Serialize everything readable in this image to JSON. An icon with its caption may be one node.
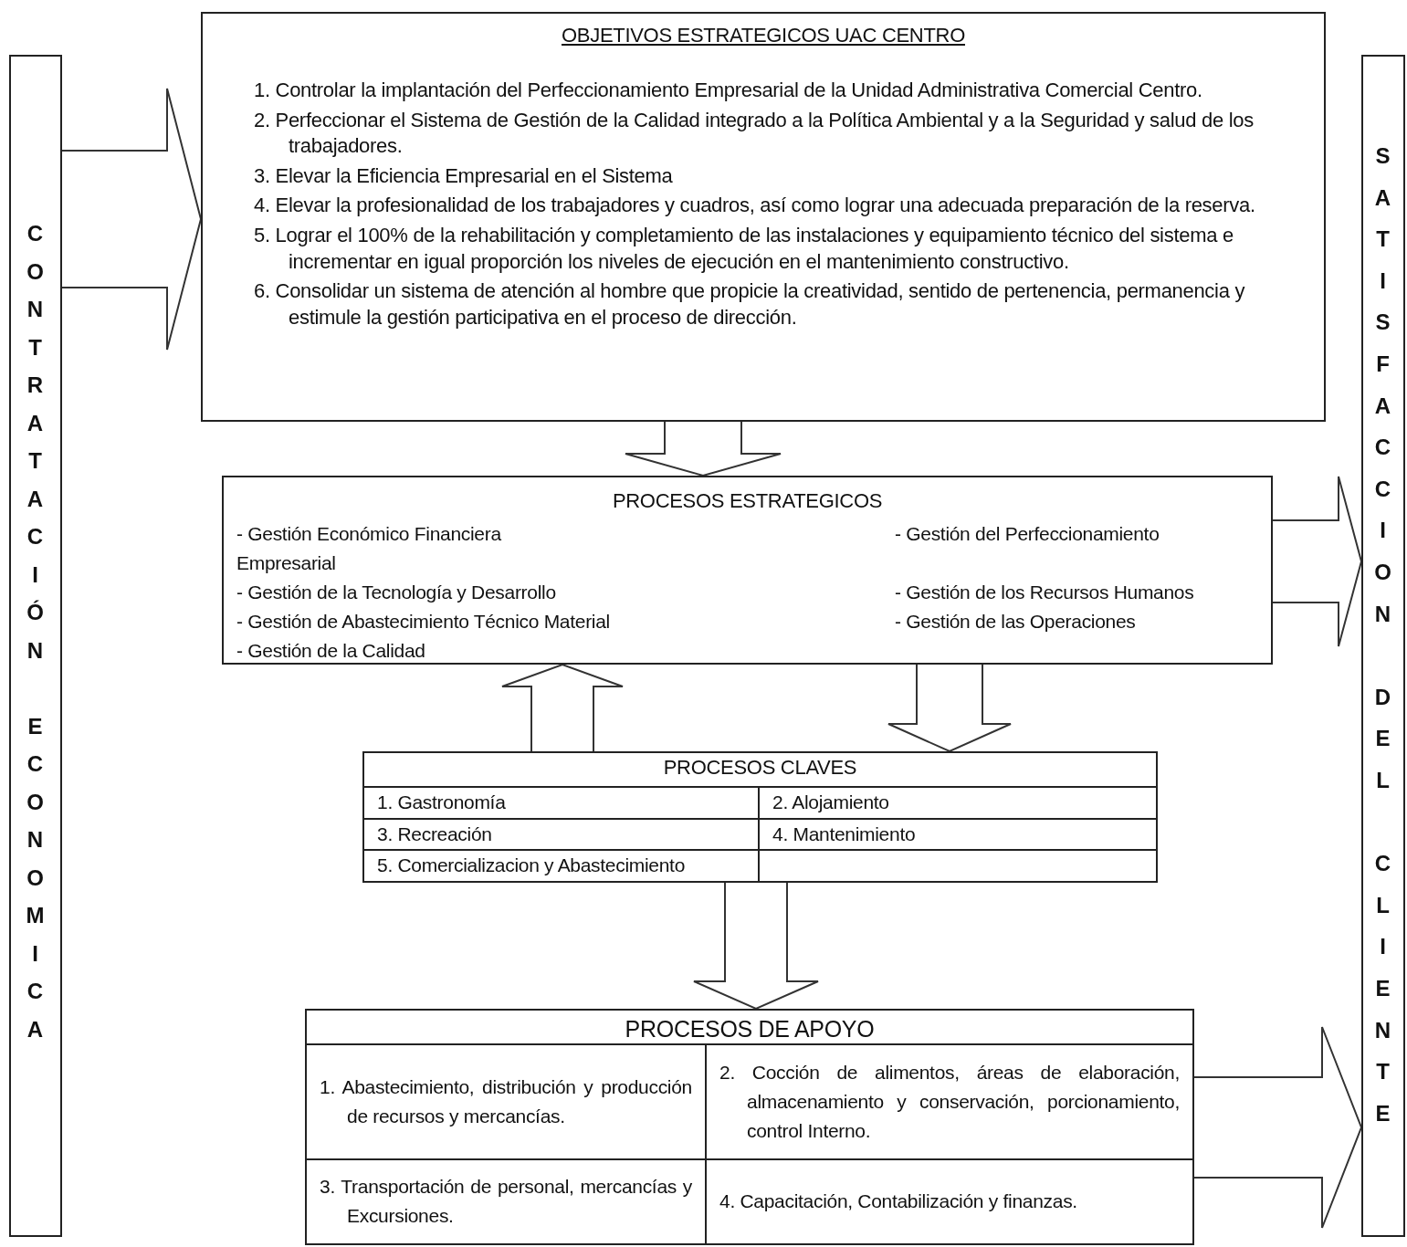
{
  "diagram": {
    "nodes": [
      {
        "text": [
          "CONTRATACIÓN ECONOMICA"
        ]
      },
      {
        "text": [
          "OBJETIVOS ESTRATEGICOS UAC CENTRO",
          "1. Controlar la implantación del Perfeccionamiento Empresarial de la Unidad Administrativa Comercial Centro.",
          "2. Perfeccionar el Sistema de Gestión de la Calidad integrado a la Política Ambiental y a la Seguridad y salud de los trabajadores.",
          "3. Elevar la Eficiencia Empresarial en el Sistema",
          "4. Elevar la profesionalidad de los trabajadores y cuadros, así como lograr una adecuada preparación de la reserva.",
          "5. Lograr el 100% de la rehabilitación y completamiento de las instalaciones y equipamiento técnico del sistema e incrementar en igual proporción los niveles de ejecución en el mantenimiento constructivo.",
          "6. Consolidar un sistema de atención al hombre que propicie la creatividad, sentido de pertenencia, permanencia y estimule la gestión participativa en el proceso de dirección."
        ]
      },
      {
        "text": [
          "PROCESOS ESTRATEGICOS",
          "- Gestión Económico Financiera Empresarial",
          "- Gestión de la Tecnología y Desarrollo",
          "- Gestión de Abastecimiento Técnico Material",
          "- Gestión de la Calidad",
          "- Gestión del Perfeccionamiento",
          "- Gestión de los Recursos Humanos",
          "- Gestión de las Operaciones"
        ]
      },
      {
        "text": [
          "PROCESOS CLAVES",
          "1. Gastronomía",
          "2. Alojamiento",
          "3. Recreación",
          "4. Mantenimiento",
          "5. Comercializacion y Abastecimiento"
        ]
      },
      {
        "text": [
          "PROCESOS DE APOYO",
          "1. Abastecimiento, distribución y producción de recursos y mercancías.",
          "2. Cocción de alimentos, áreas de elaboración, almacenamiento y conservación, porcionamiento, control Interno.",
          "3. Transportación de personal, mercancías y Excursiones.",
          "4. Capacitación, Contabilización y finanzas."
        ]
      },
      {
        "text": [
          "SATISFACCION DEL CLIENTE"
        ]
      }
    ],
    "edges": [
      {
        "from": 0,
        "to": 1,
        "arrow": "to"
      },
      {
        "from": 1,
        "to": 2,
        "arrow": "to"
      },
      {
        "from": 3,
        "to": 2,
        "arrow": "to"
      },
      {
        "from": 2,
        "to": 3,
        "arrow": "to"
      },
      {
        "from": 3,
        "to": 4,
        "arrow": "to"
      },
      {
        "from": 2,
        "to": 5,
        "arrow": "to"
      },
      {
        "from": 4,
        "to": 5,
        "arrow": "to"
      }
    ]
  }
}
